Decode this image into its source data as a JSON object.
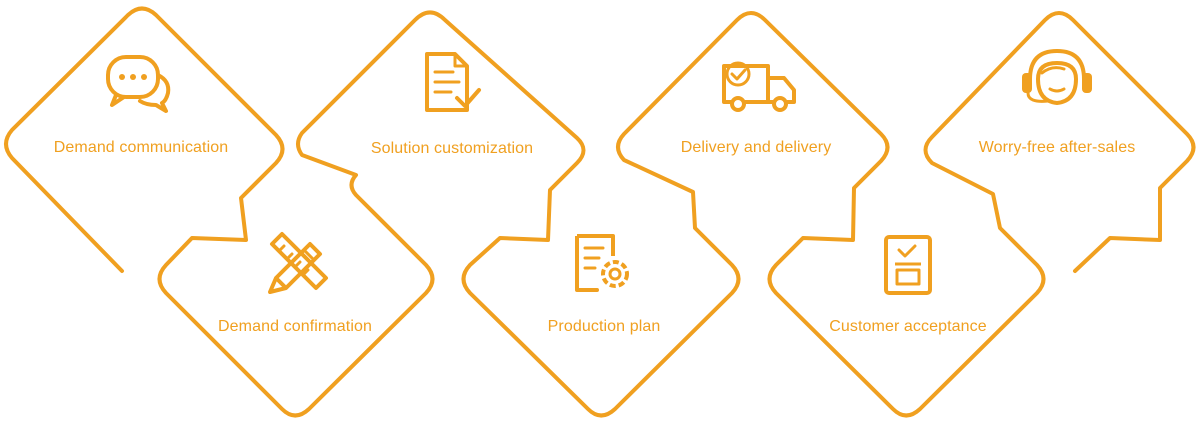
{
  "theme": {
    "accent": "#F0A020",
    "background": "#FFFFFF"
  },
  "steps": [
    {
      "label": "Demand communication",
      "icon": "speech-bubbles-icon"
    },
    {
      "label": "Demand confirmation",
      "icon": "pencil-ruler-icon"
    },
    {
      "label": "Solution customization",
      "icon": "document-check-icon"
    },
    {
      "label": "Production plan",
      "icon": "document-gear-icon"
    },
    {
      "label": "Delivery and delivery",
      "icon": "delivery-truck-icon"
    },
    {
      "label": "Customer acceptance",
      "icon": "checklist-box-icon"
    },
    {
      "label": "Worry-free after-sales",
      "icon": "headset-agent-icon"
    }
  ]
}
